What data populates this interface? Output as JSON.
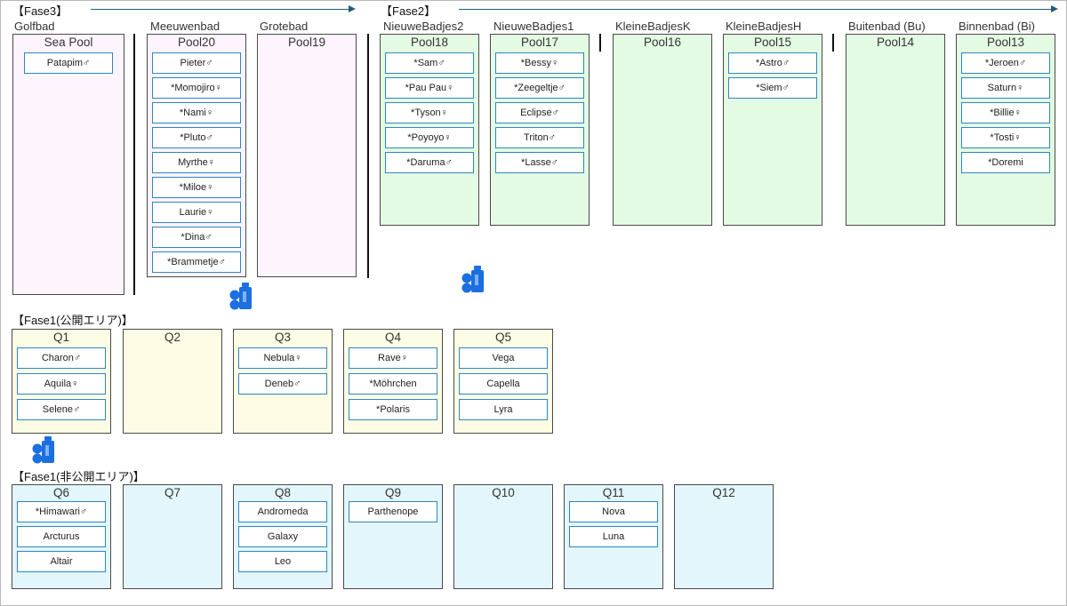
{
  "phases": {
    "fase3": "【Fase3】",
    "fase2": "【Fase2】",
    "fase1_public": "【Fase1(公開エリア)】",
    "fase1_private": "【Fase1(非公開エリア)】"
  },
  "areas": {
    "golfbad": "Golfbad",
    "meeuwenbad": "Meeuwenbad",
    "grotebad": "Grotebad",
    "nieuwebadjes2": "NieuweBadjes2",
    "nieuwebadjes1": "NieuweBadjes1",
    "kleinebadjesk": "KleineBadjesK",
    "kleinebadjesh": "KleineBadjesH",
    "buitenbad": "Buitenbad (Bu)",
    "binnenbad": "Binnenbad (Bi)"
  },
  "pools": {
    "seapool": {
      "title": "Sea Pool",
      "animals": [
        "Patapim♂"
      ]
    },
    "pool20": {
      "title": "Pool20",
      "animals": [
        "Pieter♂",
        "*Momojiro♀",
        "*Nami♀",
        "*Pluto♂",
        "Myrthe♀",
        "*Miloe♀",
        "Laurie♀",
        "*Dina♂",
        "*Brammetje♂"
      ]
    },
    "pool19": {
      "title": "Pool19",
      "animals": []
    },
    "pool18": {
      "title": "Pool18",
      "animals": [
        "*Sam♂",
        "*Pau Pau♀",
        "*Tyson♀",
        "*Poyoyo♀",
        "*Daruma♂"
      ]
    },
    "pool17": {
      "title": "Pool17",
      "animals": [
        "*Bessy♀",
        "*Zeegeltje♂",
        "Eclipse♂",
        "Triton♂",
        "*Lasse♂"
      ]
    },
    "pool16": {
      "title": "Pool16",
      "animals": []
    },
    "pool15": {
      "title": "Pool15",
      "animals": [
        "*Astro♂",
        "*Siem♂"
      ]
    },
    "pool14": {
      "title": "Pool14",
      "animals": []
    },
    "pool13": {
      "title": "Pool13",
      "animals": [
        "*Jeroen♂",
        "Saturn♀",
        "*Billie♀",
        "*Tosti♀",
        "*Doremi"
      ]
    },
    "q1": {
      "title": "Q1",
      "animals": [
        "Charon♂",
        "Aquila♀",
        "Selene♂"
      ]
    },
    "q2": {
      "title": "Q2",
      "animals": []
    },
    "q3": {
      "title": "Q3",
      "animals": [
        "Nebula♀",
        "Deneb♂"
      ]
    },
    "q4": {
      "title": "Q4",
      "animals": [
        "Rave♀",
        "*Möhrchen",
        "*Polaris"
      ]
    },
    "q5": {
      "title": "Q5",
      "animals": [
        "Vega",
        "Capella",
        "Lyra"
      ]
    },
    "q6": {
      "title": "Q6",
      "animals": [
        "*Himawari♂",
        "Arcturus",
        "Altair"
      ]
    },
    "q7": {
      "title": "Q7",
      "animals": []
    },
    "q8": {
      "title": "Q8",
      "animals": [
        "Andromeda",
        "Galaxy",
        "Leo"
      ]
    },
    "q9": {
      "title": "Q9",
      "animals": [
        "Parthenope"
      ]
    },
    "q10": {
      "title": "Q10",
      "animals": []
    },
    "q11": {
      "title": "Q11",
      "animals": [
        "Nova",
        "Luna"
      ]
    },
    "q12": {
      "title": "Q12",
      "animals": []
    }
  },
  "colors": {
    "arrow": "#1f5d7a",
    "card_border": "#2e86c1",
    "pink_pool": "#fdf4fd",
    "green_pool": "#e4fbe3",
    "yellow_pool": "#fdfde5",
    "blue_pool": "#e3f6fc",
    "people_icon": "#1b6fe0"
  },
  "icons": [
    "people-icon",
    "people-icon",
    "people-icon"
  ]
}
